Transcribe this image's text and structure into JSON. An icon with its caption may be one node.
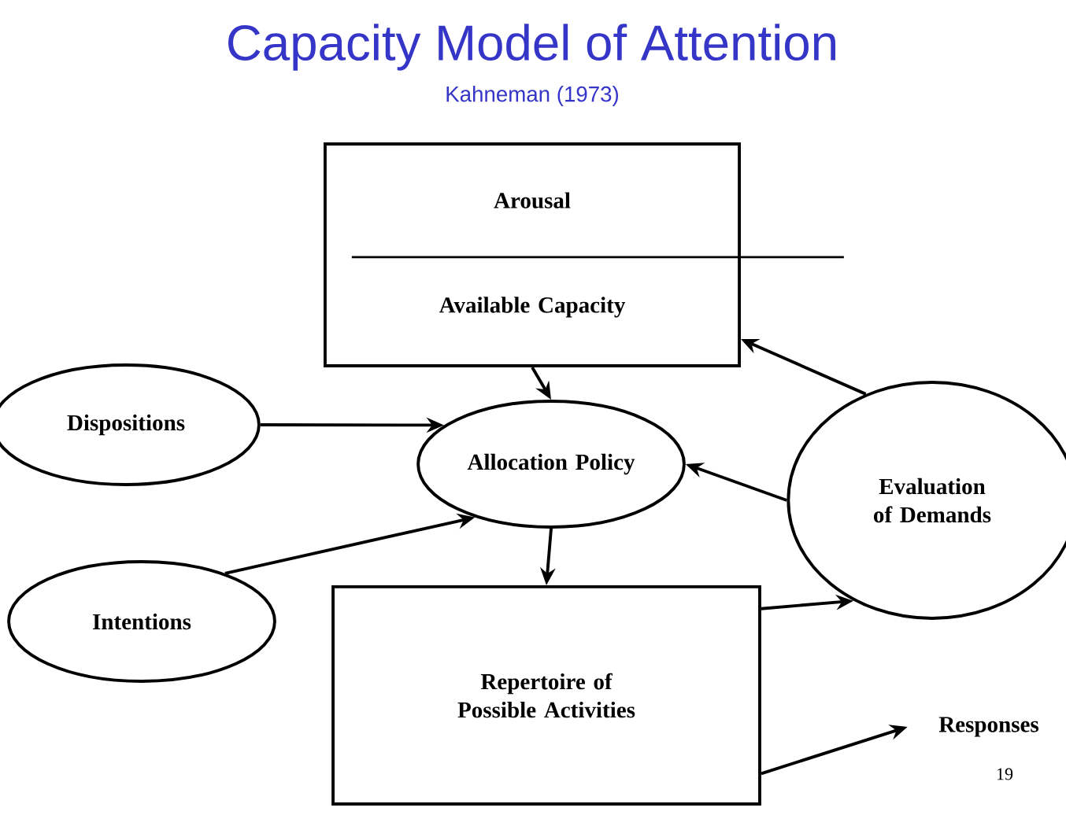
{
  "diagram": {
    "title": "Capacity Model of Attention",
    "caption": "Kahneman (1973)",
    "nodes": [
      {
        "text": [
          "Arousal",
          "Available Capacity"
        ]
      },
      {
        "text": [
          "Dispositions"
        ]
      },
      {
        "text": [
          "Allocation Policy"
        ]
      },
      {
        "text": [
          "Evaluation of Demands"
        ]
      },
      {
        "text": [
          "Intentions"
        ]
      },
      {
        "text": [
          "Repertoire of Possible Activities"
        ]
      },
      {
        "text": [
          "Responses"
        ]
      }
    ],
    "edges": [
      {
        "from": 0,
        "to": 2,
        "arrow": "to"
      },
      {
        "from": 1,
        "to": 2,
        "arrow": "to"
      },
      {
        "from": 4,
        "to": 2,
        "arrow": "to"
      },
      {
        "from": 3,
        "to": 2,
        "arrow": "to"
      },
      {
        "from": 3,
        "to": 0,
        "arrow": "to"
      },
      {
        "from": 2,
        "to": 5,
        "arrow": "to"
      },
      {
        "from": 5,
        "to": 3,
        "arrow": "to"
      },
      {
        "from": 5,
        "to": 6,
        "arrow": "to"
      }
    ],
    "labels": [
      "19"
    ]
  }
}
